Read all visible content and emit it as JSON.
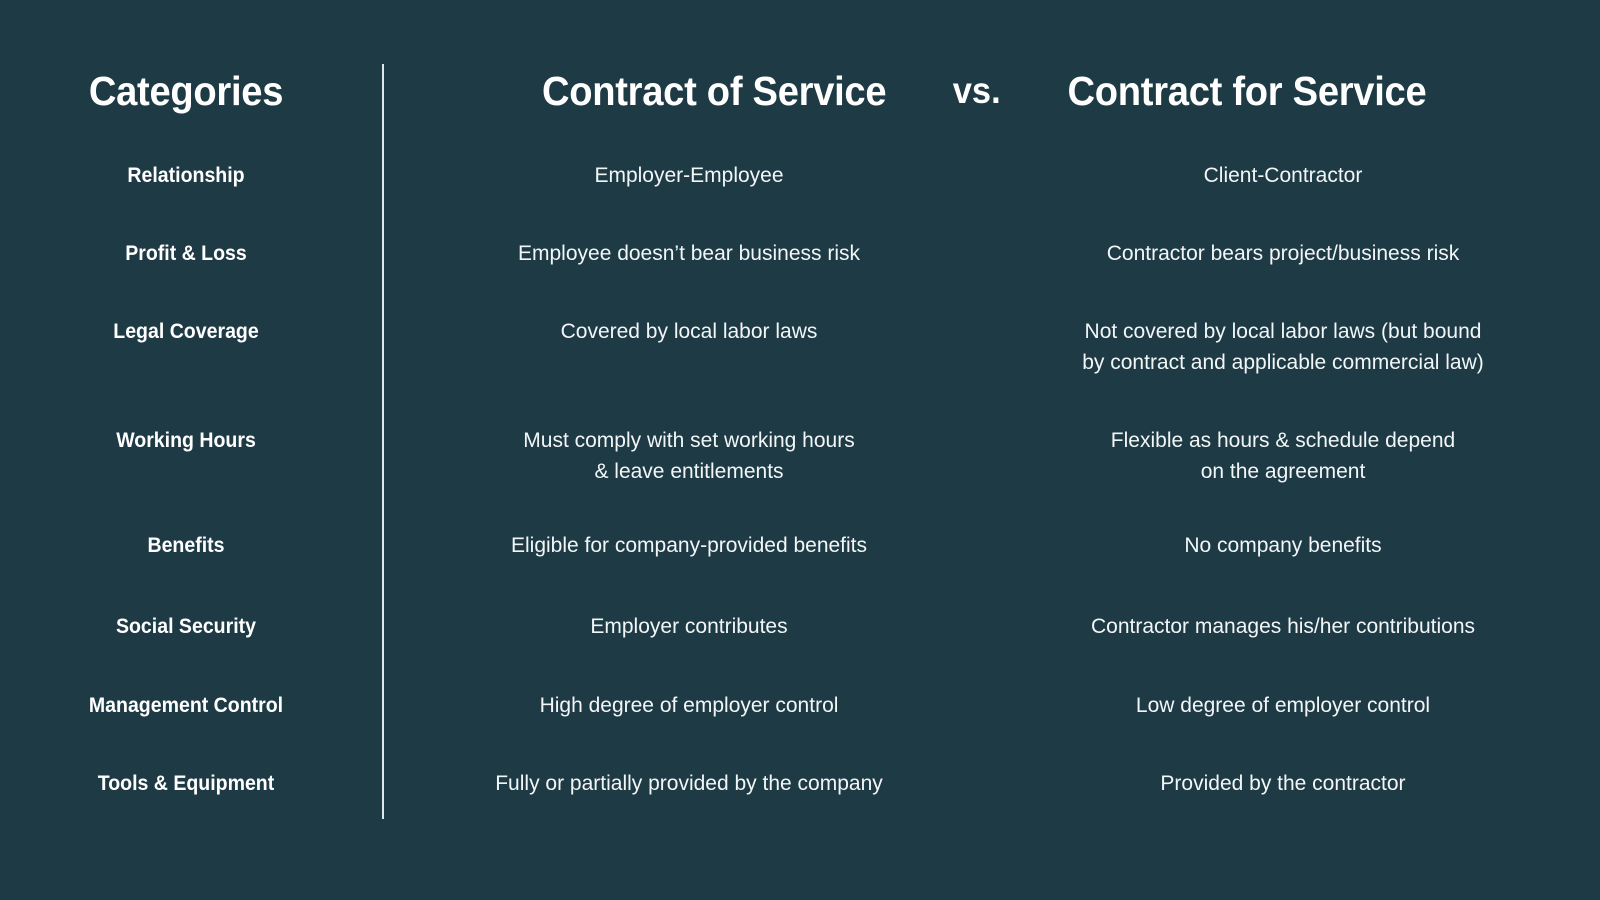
{
  "theme": {
    "background": "#1e3a45",
    "text_primary": "#ffffff",
    "text_body": "#f2f6f7",
    "divider": "#dde6e9"
  },
  "header": {
    "categories_label": "Categories",
    "left_title": "Contract of Service",
    "separator": "vs.",
    "right_title": "Contract for Service"
  },
  "table": {
    "columns": [
      "Categories",
      "Contract of Service",
      "Contract for Service"
    ],
    "rows": [
      {
        "label": "Relationship",
        "contract_of_service": [
          "Employer-Employee"
        ],
        "contract_for_service": [
          "Client-Contractor"
        ]
      },
      {
        "label": "Profit & Loss",
        "contract_of_service": [
          "Employee doesn’t bear business risk"
        ],
        "contract_for_service": [
          "Contractor bears project/business risk"
        ]
      },
      {
        "label": "Legal Coverage",
        "contract_of_service": [
          "Covered by local labor laws"
        ],
        "contract_for_service": [
          "Not covered by local labor laws (but bound",
          "by contract and applicable commercial law)"
        ]
      },
      {
        "label": "Working Hours",
        "contract_of_service": [
          "Must comply with set working hours",
          "& leave entitlements"
        ],
        "contract_for_service": [
          "Flexible as hours & schedule depend",
          "on the agreement"
        ]
      },
      {
        "label": "Benefits",
        "contract_of_service": [
          "Eligible for company-provided benefits"
        ],
        "contract_for_service": [
          "No company benefits"
        ]
      },
      {
        "label": "Social Security",
        "contract_of_service": [
          "Employer contributes"
        ],
        "contract_for_service": [
          "Contractor manages his/her contributions"
        ]
      },
      {
        "label": "Management Control",
        "contract_of_service": [
          "High degree of employer control"
        ],
        "contract_for_service": [
          "Low degree of employer control"
        ]
      },
      {
        "label": "Tools & Equipment",
        "contract_of_service": [
          "Fully or partially provided by the company"
        ],
        "contract_for_service": [
          "Provided by the contractor"
        ]
      }
    ]
  }
}
